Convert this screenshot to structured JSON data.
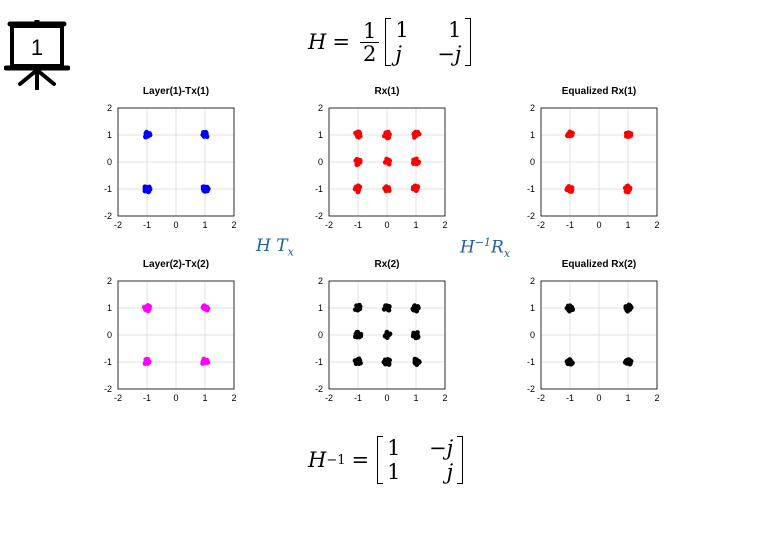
{
  "slide": {
    "number": "1"
  },
  "equations": {
    "h": {
      "lhs": "H",
      "equals": "=",
      "frac_num": "1",
      "frac_den": "2",
      "m11": "1",
      "m12": "1",
      "m21": "j",
      "m22": "−j"
    },
    "hinv": {
      "lhs": "H",
      "sup": "−1",
      "equals": "=",
      "m11": "1",
      "m12": "−j",
      "m21": "1",
      "m22": "j"
    }
  },
  "labels": {
    "h_tx": {
      "a": "H",
      "b": "T",
      "sub": "x"
    },
    "hinv_rx": {
      "a": "H",
      "sup": "−1",
      "b": "R",
      "sub": "x"
    }
  },
  "colors": {
    "tx1": "#0000ff",
    "rx1": "#ff0000",
    "tx2": "#ff00ff",
    "rx2": "#000000",
    "grid": "#d9d9d9",
    "link": "#1f5fa0"
  },
  "chart_data": [
    {
      "type": "scatter",
      "title": "Layer(1)-Tx(1)",
      "color": "#0000ff",
      "xlim": [
        -2,
        2
      ],
      "ylim": [
        -2,
        2
      ],
      "xticks": [
        -2,
        -1,
        0,
        1,
        2
      ],
      "yticks": [
        -2,
        -1,
        0,
        1,
        2
      ],
      "grid": true,
      "points": [
        [
          -1,
          1
        ],
        [
          1,
          1
        ],
        [
          -1,
          -1
        ],
        [
          1,
          -1
        ]
      ]
    },
    {
      "type": "scatter",
      "title": "Rx(1)",
      "color": "#ff0000",
      "xlim": [
        -2,
        2
      ],
      "ylim": [
        -2,
        2
      ],
      "xticks": [
        -2,
        -1,
        0,
        1,
        2
      ],
      "yticks": [
        -2,
        -1,
        0,
        1,
        2
      ],
      "grid": true,
      "points": [
        [
          -1,
          1
        ],
        [
          0,
          1
        ],
        [
          1,
          1
        ],
        [
          -1,
          0
        ],
        [
          0,
          0
        ],
        [
          1,
          0
        ],
        [
          -1,
          -1
        ],
        [
          0,
          -1
        ],
        [
          1,
          -1
        ]
      ]
    },
    {
      "type": "scatter",
      "title": "Equalized Rx(1)",
      "color": "#ff0000",
      "xlim": [
        -2,
        2
      ],
      "ylim": [
        -2,
        2
      ],
      "xticks": [
        -2,
        -1,
        0,
        1,
        2
      ],
      "yticks": [
        -2,
        -1,
        0,
        1,
        2
      ],
      "grid": true,
      "points": [
        [
          -1,
          1
        ],
        [
          1,
          1
        ],
        [
          -1,
          -1
        ],
        [
          1,
          -1
        ]
      ]
    },
    {
      "type": "scatter",
      "title": "Layer(2)-Tx(2)",
      "color": "#ff00ff",
      "xlim": [
        -2,
        2
      ],
      "ylim": [
        -2,
        2
      ],
      "xticks": [
        -2,
        -1,
        0,
        1,
        2
      ],
      "yticks": [
        -2,
        -1,
        0,
        1,
        2
      ],
      "grid": true,
      "points": [
        [
          -1,
          1
        ],
        [
          1,
          1
        ],
        [
          -1,
          -1
        ],
        [
          1,
          -1
        ]
      ]
    },
    {
      "type": "scatter",
      "title": "Rx(2)",
      "color": "#000000",
      "xlim": [
        -2,
        2
      ],
      "ylim": [
        -2,
        2
      ],
      "xticks": [
        -2,
        -1,
        0,
        1,
        2
      ],
      "yticks": [
        -2,
        -1,
        0,
        1,
        2
      ],
      "grid": true,
      "points": [
        [
          -1,
          1
        ],
        [
          0,
          1
        ],
        [
          1,
          1
        ],
        [
          -1,
          0
        ],
        [
          0,
          0
        ],
        [
          1,
          0
        ],
        [
          -1,
          -1
        ],
        [
          0,
          -1
        ],
        [
          1,
          -1
        ]
      ]
    },
    {
      "type": "scatter",
      "title": "Equalized Rx(2)",
      "color": "#000000",
      "xlim": [
        -2,
        2
      ],
      "ylim": [
        -2,
        2
      ],
      "xticks": [
        -2,
        -1,
        0,
        1,
        2
      ],
      "yticks": [
        -2,
        -1,
        0,
        1,
        2
      ],
      "grid": true,
      "points": [
        [
          -1,
          1
        ],
        [
          1,
          1
        ],
        [
          -1,
          -1
        ],
        [
          1,
          -1
        ]
      ]
    }
  ]
}
